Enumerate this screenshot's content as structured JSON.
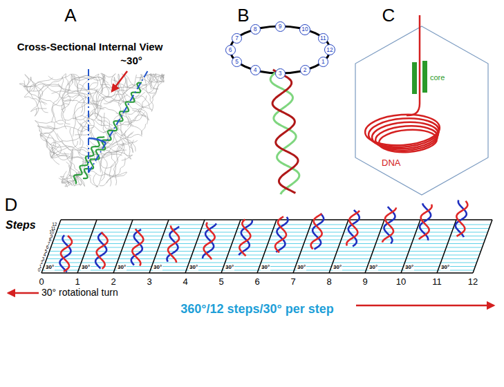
{
  "diagram": {
    "nodes": [
      {
        "text": [
          "1"
        ]
      },
      {
        "text": [
          "2"
        ]
      },
      {
        "text": [
          "3"
        ]
      },
      {
        "text": [
          "4"
        ]
      },
      {
        "text": [
          "5"
        ]
      },
      {
        "text": [
          "6"
        ]
      },
      {
        "text": [
          "7"
        ]
      },
      {
        "text": [
          "8"
        ]
      },
      {
        "text": [
          "9"
        ]
      },
      {
        "text": [
          "10"
        ]
      },
      {
        "text": [
          "11"
        ]
      },
      {
        "text": [
          "12"
        ]
      }
    ],
    "labels": [
      "A",
      "Cross-Sectional Internal View",
      "~30°",
      "B",
      "C",
      "core",
      "DNA",
      "D",
      "Steps",
      "0",
      "1",
      "2",
      "3",
      "4",
      "5",
      "6",
      "7",
      "8",
      "9",
      "10",
      "11",
      "12",
      "30°",
      "30°",
      "30°",
      "30°",
      "30°",
      "30°",
      "30°",
      "30°",
      "30°",
      "30°",
      "30°",
      "30°",
      "0",
      "1",
      "2",
      "3",
      "4",
      "5",
      "6",
      "7",
      "8",
      "9",
      "10",
      "11",
      "12",
      "30° rotational turn",
      "360°/12 steps/30° per step"
    ]
  }
}
